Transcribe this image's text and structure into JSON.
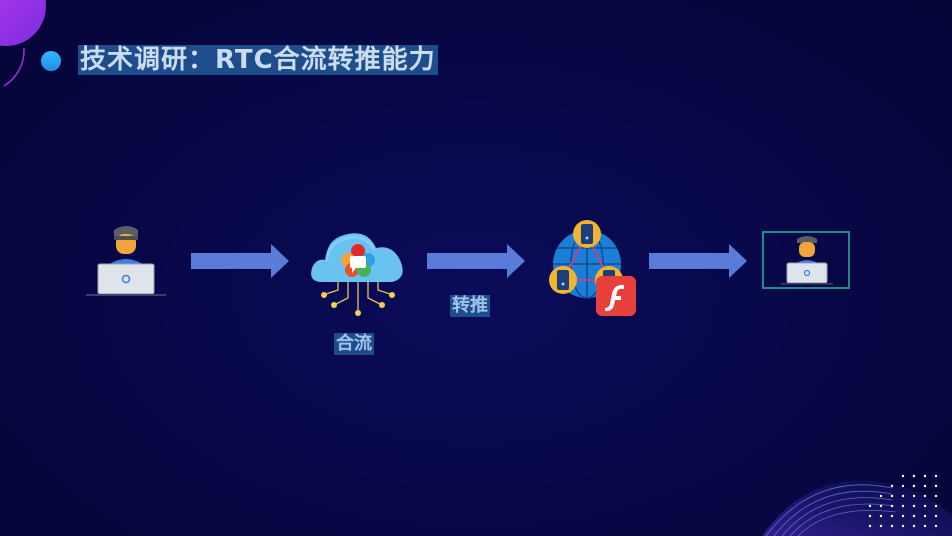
{
  "title": "技术调研：RTC合流转推能力",
  "labels": {
    "merge": "合流",
    "push": "转推"
  },
  "colors": {
    "background": "#08084a",
    "arrow": "#5b7bd8",
    "title_bullet": "#2ca4f5",
    "label_bg": "#1f4d8c",
    "flash_red": "#e8413c"
  },
  "icons": [
    "user-laptop-icon",
    "cloud-webrtc-icon",
    "server-globe-icon",
    "flash-icon",
    "user-laptop-small-icon"
  ]
}
